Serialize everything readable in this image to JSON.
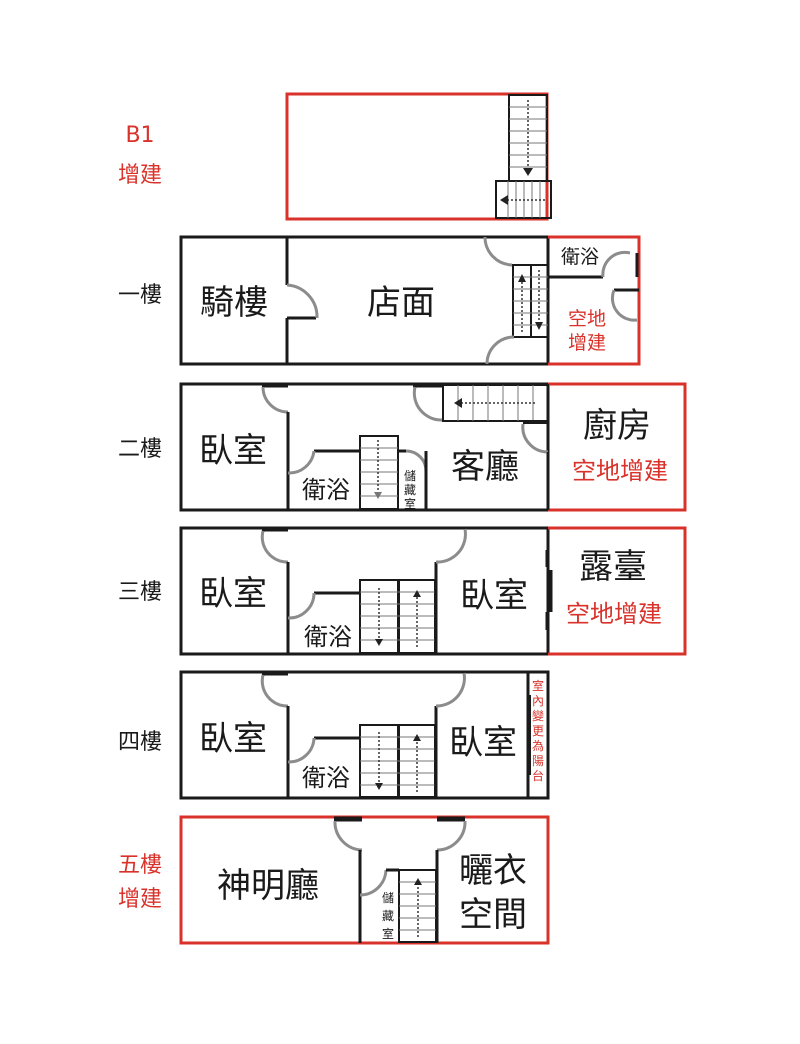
{
  "floors": {
    "b1": {
      "label": "B1",
      "note": "增建"
    },
    "f1": {
      "label": "一樓",
      "rooms": {
        "arcade": "騎樓",
        "store": "店面",
        "bath": "衛浴",
        "ext1": "空地",
        "ext2": "增建"
      }
    },
    "f2": {
      "label": "二樓",
      "rooms": {
        "bedroom": "臥室",
        "bath": "衛浴",
        "storage": [
          "儲",
          "藏",
          "室"
        ],
        "living": "客廳",
        "kitchen": "廚房",
        "ext": "空地增建"
      }
    },
    "f3": {
      "label": "三樓",
      "rooms": {
        "bedroom1": "臥室",
        "bath": "衛浴",
        "bedroom2": "臥室",
        "terrace": "露臺",
        "ext": "空地增建"
      }
    },
    "f4": {
      "label": "四樓",
      "rooms": {
        "bedroom1": "臥室",
        "bath": "衛浴",
        "bedroom2": "臥室",
        "balcony_note": [
          "室",
          "內",
          "變",
          "更",
          "為",
          "陽",
          "台"
        ]
      }
    },
    "f5": {
      "label": "五樓",
      "note": "增建",
      "rooms": {
        "shrine": "神明廳",
        "storage": [
          "儲",
          "藏",
          "室"
        ],
        "laundry1": "曬衣",
        "laundry2": "空間"
      }
    }
  },
  "colors": {
    "wall": "#1a1a1a",
    "addition": "#d9322b",
    "door": "#8c8c8c"
  }
}
